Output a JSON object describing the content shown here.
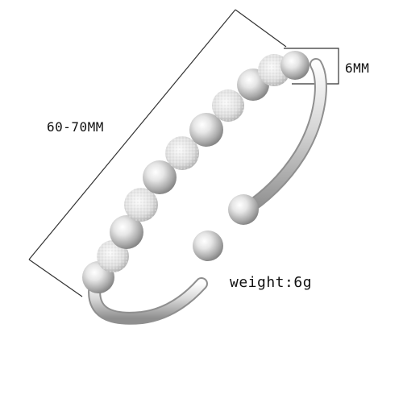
{
  "annotations": {
    "diameter": "60-70MM",
    "bead_size": "6MM",
    "weight": "weight:6g"
  },
  "colors": {
    "background": "#ffffff",
    "silver_light": "#f7f7f7",
    "silver_mid": "#cfcfcf",
    "silver_dark": "#8a8a8a",
    "dimension_line": "#333333",
    "label_text": "#111111"
  }
}
